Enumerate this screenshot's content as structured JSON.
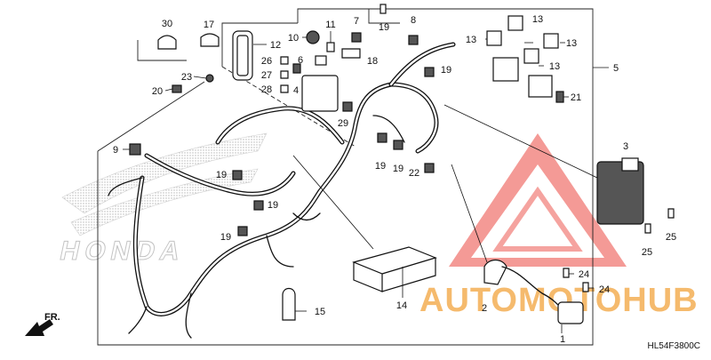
{
  "diagram": {
    "code": "HL54F3800C",
    "direction_label": "FR.",
    "watermark_brand": "HONDA",
    "watermark_text": "AUTOMOTOHUB",
    "colors": {
      "ink": "#111111",
      "watermark_red": "#e8332a",
      "watermark_orange": "#f2a541",
      "watermark_gray": "#9a9a9a"
    }
  },
  "callouts": [
    {
      "id": "30",
      "label": "30"
    },
    {
      "id": "17",
      "label": "17"
    },
    {
      "id": "12",
      "label": "12"
    },
    {
      "id": "11",
      "label": "11"
    },
    {
      "id": "10",
      "label": "10"
    },
    {
      "id": "7",
      "label": "7"
    },
    {
      "id": "19a",
      "label": "19"
    },
    {
      "id": "8",
      "label": "8"
    },
    {
      "id": "13a",
      "label": "13"
    },
    {
      "id": "13b",
      "label": "13"
    },
    {
      "id": "13c",
      "label": "13"
    },
    {
      "id": "13d",
      "label": "13"
    },
    {
      "id": "5",
      "label": "5"
    },
    {
      "id": "26",
      "label": "26"
    },
    {
      "id": "6",
      "label": "6"
    },
    {
      "id": "27",
      "label": "27"
    },
    {
      "id": "4",
      "label": "4"
    },
    {
      "id": "28",
      "label": "28"
    },
    {
      "id": "23",
      "label": "23"
    },
    {
      "id": "20",
      "label": "20"
    },
    {
      "id": "18",
      "label": "18"
    },
    {
      "id": "19b",
      "label": "19"
    },
    {
      "id": "21",
      "label": "21"
    },
    {
      "id": "29",
      "label": "29"
    },
    {
      "id": "9",
      "label": "9"
    },
    {
      "id": "19c",
      "label": "19"
    },
    {
      "id": "19d",
      "label": "19"
    },
    {
      "id": "19e",
      "label": "19"
    },
    {
      "id": "19f",
      "label": "19"
    },
    {
      "id": "19g",
      "label": "19"
    },
    {
      "id": "22",
      "label": "22"
    },
    {
      "id": "3",
      "label": "3"
    },
    {
      "id": "25a",
      "label": "25"
    },
    {
      "id": "25b",
      "label": "25"
    },
    {
      "id": "24a",
      "label": "24"
    },
    {
      "id": "24b",
      "label": "24"
    },
    {
      "id": "2",
      "label": "2"
    },
    {
      "id": "14",
      "label": "14"
    },
    {
      "id": "15",
      "label": "15"
    },
    {
      "id": "1",
      "label": "1"
    }
  ]
}
